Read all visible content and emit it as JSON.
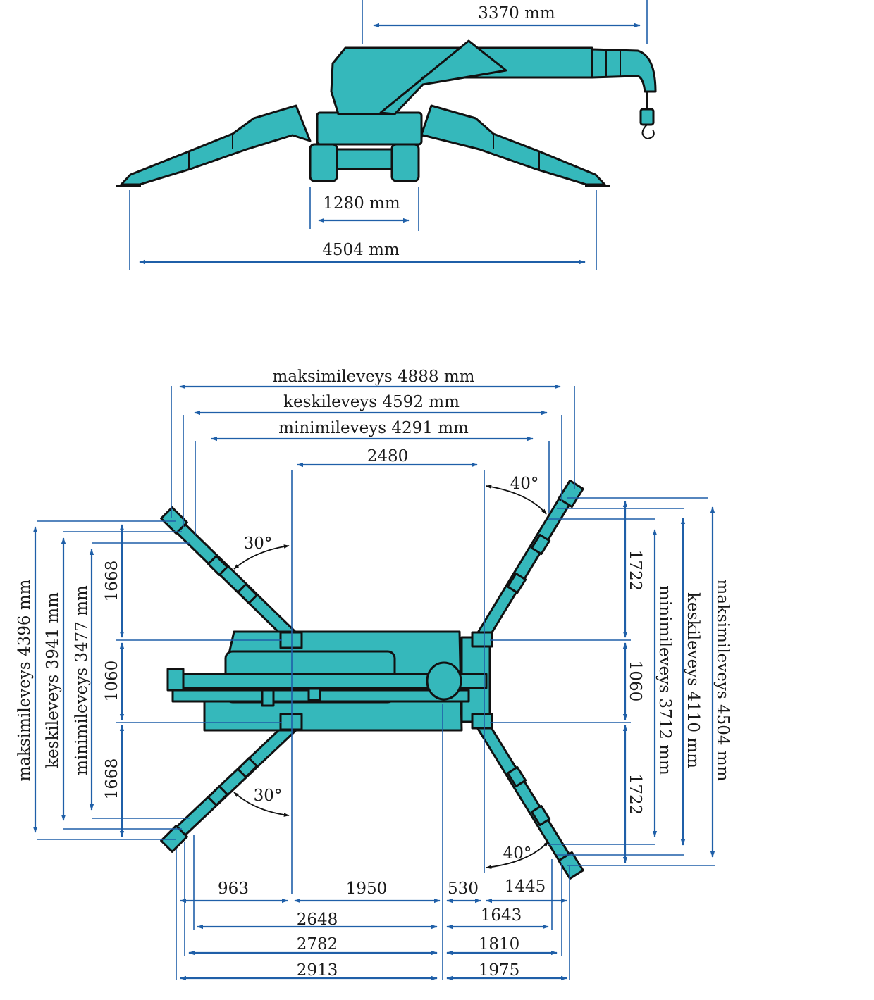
{
  "colors": {
    "machine": "#35b8bb",
    "outline": "#111111",
    "dimension": "#1f5fa8",
    "text": "#1a1a1a"
  },
  "side_view": {
    "boom_reach": "3370 mm",
    "track_width": "1280 mm",
    "outrigger_span": "4504 mm"
  },
  "top_view": {
    "width_max": "maksimileveys 4888 mm",
    "width_mid": "keskileveys 4592 mm",
    "width_min": "minimileveys 4291 mm",
    "front_leg_spacing": "2480",
    "left_heights": {
      "max": "maksimileveys 4396 mm",
      "mid": "keskileveys 3941 mm",
      "min": "minimileveys 3477 mm"
    },
    "right_heights": {
      "min": "minimileveys 3712 mm",
      "mid": "keskileveys 4110 mm",
      "max": "maksimileveys 4504 mm"
    },
    "left_segments": {
      "upper": "1668",
      "middle": "1060",
      "lower": "1668"
    },
    "right_segments": {
      "upper": "1722",
      "middle": "1060",
      "lower": "1722"
    },
    "angles": {
      "left_upper": "30°",
      "left_lower": "30°",
      "right_upper": "40°",
      "right_lower": "40°"
    },
    "bottom": {
      "row1": [
        "963",
        "1950",
        "530",
        "1445"
      ],
      "row2": [
        "2648",
        "1643"
      ],
      "row3": [
        "2782",
        "1810"
      ],
      "row4": [
        "2913",
        "1975"
      ]
    }
  }
}
